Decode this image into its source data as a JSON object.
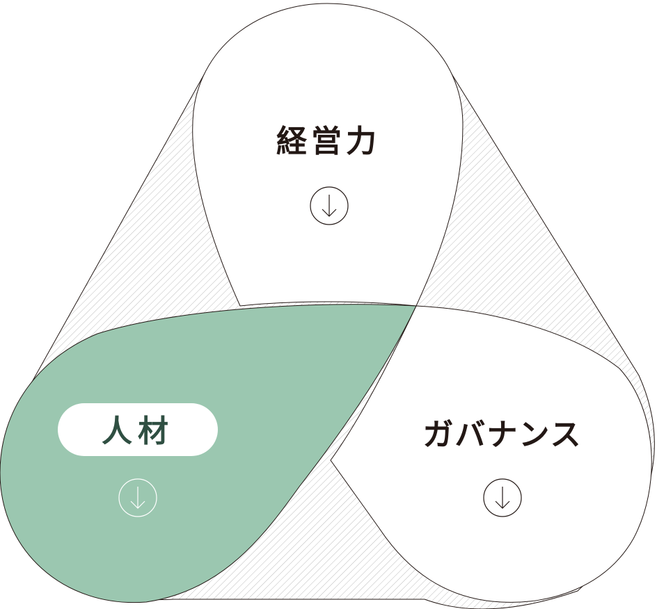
{
  "diagram": {
    "segments": [
      {
        "id": "management",
        "label": "経営力",
        "active": false,
        "icon": "arrow-down-circle-icon"
      },
      {
        "id": "human-resources",
        "label": "人材",
        "active": true,
        "icon": "arrow-down-circle-icon"
      },
      {
        "id": "governance",
        "label": "ガバナンス",
        "active": false,
        "icon": "arrow-down-circle-icon"
      }
    ],
    "colors": {
      "active_fill": "#9bc7b0",
      "active_text": "#2f4f42",
      "text": "#231815",
      "outline": "#231815",
      "hatch": "#bcbcbc",
      "inactive_fill": "#ffffff"
    }
  }
}
